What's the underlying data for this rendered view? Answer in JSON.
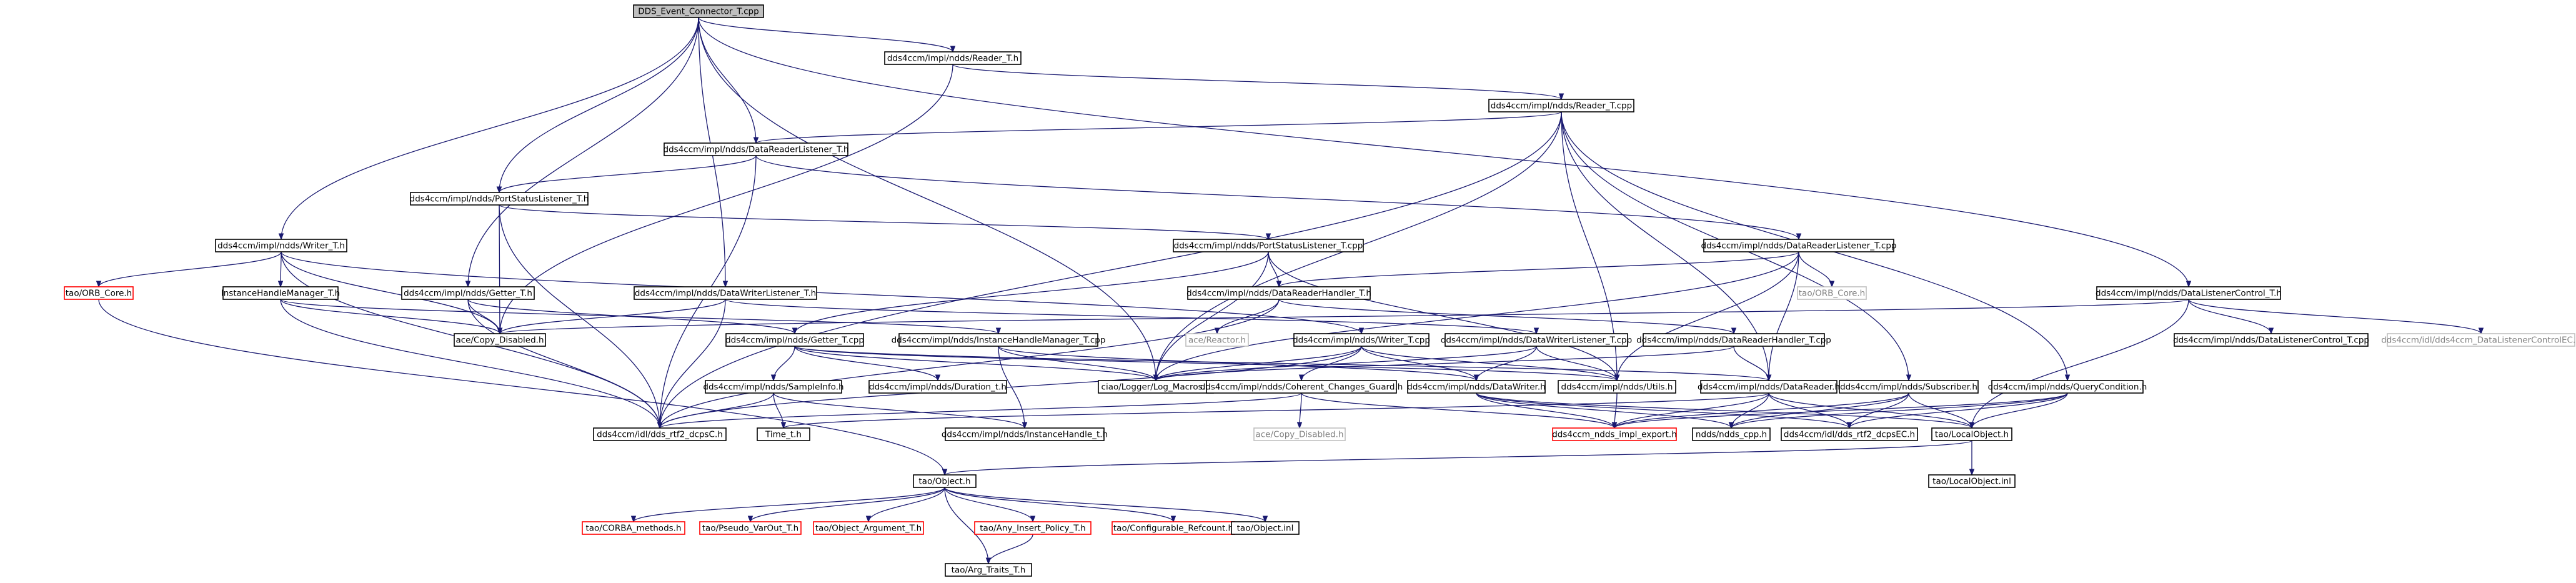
{
  "diagram": {
    "colors": {
      "edge": "#191970",
      "node_border": "#000000",
      "missing_border": "#ff0000",
      "ghost_border": "#bfbfbf",
      "ghost_text": "#808080",
      "root_fill": "#bfbfbf",
      "node_fill": "#ffffff",
      "text": "#000000"
    },
    "nodes": [
      {
        "id": "root",
        "label": "DDS_Event_Connector_T.cpp",
        "style": "root"
      },
      {
        "id": "reader_h",
        "label": "dds4ccm/impl/ndds/Reader_T.h",
        "style": "normal"
      },
      {
        "id": "reader_cpp",
        "label": "dds4ccm/impl/ndds/Reader_T.cpp",
        "style": "normal"
      },
      {
        "id": "drl_h",
        "label": "dds4ccm/impl/ndds/DataReaderListener_T.h",
        "style": "normal"
      },
      {
        "id": "psl_h",
        "label": "dds4ccm/impl/ndds/PortStatusListener_T.h",
        "style": "normal"
      },
      {
        "id": "drl_cpp",
        "label": "dds4ccm/impl/ndds/DataReaderListener_T.cpp",
        "style": "normal"
      },
      {
        "id": "writer_h",
        "label": "dds4ccm/impl/ndds/Writer_T.h",
        "style": "normal"
      },
      {
        "id": "psl_cpp",
        "label": "dds4ccm/impl/ndds/PortStatusListener_T.cpp",
        "style": "normal"
      },
      {
        "id": "dlc_h",
        "label": "dds4ccm/impl/ndds/DataListenerControl_T.h",
        "style": "normal"
      },
      {
        "id": "orb_core_red",
        "label": "tao/ORB_Core.h",
        "style": "missing"
      },
      {
        "id": "ihm_h",
        "label": "InstanceHandleManager_T.h",
        "style": "normal"
      },
      {
        "id": "getter_h",
        "label": "dds4ccm/impl/ndds/Getter_T.h",
        "style": "normal"
      },
      {
        "id": "dwl_h",
        "label": "dds4ccm/impl/ndds/DataWriterListener_T.h",
        "style": "normal"
      },
      {
        "id": "drh_h",
        "label": "dds4ccm/impl/ndds/DataReaderHandler_T.h",
        "style": "normal"
      },
      {
        "id": "orb_core_gray",
        "label": "tao/ORB_Core.h",
        "style": "ghost"
      },
      {
        "id": "copy_disabled_h",
        "label": "ace/Copy_Disabled.h",
        "style": "normal"
      },
      {
        "id": "getter_cpp",
        "label": "dds4ccm/impl/ndds/Getter_T.cpp",
        "style": "normal"
      },
      {
        "id": "ihm_cpp",
        "label": "dds4ccm/impl/ndds/InstanceHandleManager_T.cpp",
        "style": "normal"
      },
      {
        "id": "reactor_h",
        "label": "ace/Reactor.h",
        "style": "ghost"
      },
      {
        "id": "writer_cpp",
        "label": "dds4ccm/impl/ndds/Writer_T.cpp",
        "style": "normal"
      },
      {
        "id": "dwl_cpp",
        "label": "dds4ccm/impl/ndds/DataWriterListener_T.cpp",
        "style": "normal"
      },
      {
        "id": "drh_cpp",
        "label": "dds4ccm/impl/ndds/DataReaderHandler_T.cpp",
        "style": "normal"
      },
      {
        "id": "dlc_cpp",
        "label": "dds4ccm/impl/ndds/DataListenerControl_T.cpp",
        "style": "normal"
      },
      {
        "id": "dlc_ec_h",
        "label": "dds4ccm/idl/dds4ccm_DataListenerControlEC.h",
        "style": "ghost"
      },
      {
        "id": "log_macros",
        "label": "ciao/Logger/Log_Macros.h",
        "style": "normal"
      },
      {
        "id": "duration_h",
        "label": "dds4ccm/impl/ndds/Duration_t.h",
        "style": "normal"
      },
      {
        "id": "sampleinfo_h",
        "label": "dds4ccm/impl/ndds/SampleInfo.h",
        "style": "normal"
      },
      {
        "id": "coherent_h",
        "label": "dds4ccm/impl/ndds/Coherent_Changes_Guard.h",
        "style": "normal"
      },
      {
        "id": "datawriter_h",
        "label": "dds4ccm/impl/ndds/DataWriter.h",
        "style": "normal"
      },
      {
        "id": "utils_h",
        "label": "dds4ccm/impl/ndds/Utils.h",
        "style": "normal"
      },
      {
        "id": "datareader_h",
        "label": "dds4ccm/impl/ndds/DataReader.h",
        "style": "normal"
      },
      {
        "id": "subscriber_h",
        "label": "dds4ccm/impl/ndds/Subscriber.h",
        "style": "normal"
      },
      {
        "id": "querycond_h",
        "label": "dds4ccm/impl/ndds/QueryCondition.h",
        "style": "normal"
      },
      {
        "id": "rtf2_dcps_c",
        "label": "dds4ccm/idl/dds_rtf2_dcpsC.h",
        "style": "normal"
      },
      {
        "id": "time_t_h",
        "label": "Time_t.h",
        "style": "normal"
      },
      {
        "id": "instancehandle_h",
        "label": "dds4ccm/impl/ndds/InstanceHandle_t.h",
        "style": "normal"
      },
      {
        "id": "copy_disabled_gray",
        "label": "ace/Copy_Disabled.h",
        "style": "ghost"
      },
      {
        "id": "ndds_impl_export",
        "label": "dds4ccm_ndds_impl_export.h",
        "style": "missing"
      },
      {
        "id": "ndds_cpp_h",
        "label": "ndds/ndds_cpp.h",
        "style": "normal"
      },
      {
        "id": "rtf2_dcps_ec",
        "label": "dds4ccm/idl/dds_rtf2_dcpsEC.h",
        "style": "normal"
      },
      {
        "id": "localobject_h",
        "label": "tao/LocalObject.h",
        "style": "normal"
      },
      {
        "id": "localobject_inl",
        "label": "tao/LocalObject.inl",
        "style": "normal"
      },
      {
        "id": "object_h",
        "label": "tao/Object.h",
        "style": "normal"
      },
      {
        "id": "corba_methods",
        "label": "tao/CORBA_methods.h",
        "style": "missing"
      },
      {
        "id": "pseudo_varout",
        "label": "tao/Pseudo_VarOut_T.h",
        "style": "missing"
      },
      {
        "id": "object_arg",
        "label": "tao/Object_Argument_T.h",
        "style": "missing"
      },
      {
        "id": "any_insert",
        "label": "tao/Any_Insert_Policy_T.h",
        "style": "missing"
      },
      {
        "id": "configurable_ref",
        "label": "tao/Configurable_Refcount.h",
        "style": "missing"
      },
      {
        "id": "object_inl",
        "label": "tao/Object.inl",
        "style": "normal"
      },
      {
        "id": "arg_traits",
        "label": "tao/Arg_Traits_T.h",
        "style": "normal"
      }
    ],
    "edges": [
      [
        "root",
        "reader_h"
      ],
      [
        "root",
        "drl_h"
      ],
      [
        "root",
        "psl_h"
      ],
      [
        "root",
        "writer_h"
      ],
      [
        "root",
        "getter_h"
      ],
      [
        "root",
        "dwl_h"
      ],
      [
        "root",
        "dlc_h"
      ],
      [
        "root",
        "log_macros"
      ],
      [
        "reader_h",
        "reader_cpp"
      ],
      [
        "reader_h",
        "copy_disabled_h"
      ],
      [
        "reader_cpp",
        "drl_h"
      ],
      [
        "reader_cpp",
        "log_macros"
      ],
      [
        "reader_cpp",
        "rtf2_dcps_c"
      ],
      [
        "reader_cpp",
        "utils_h"
      ],
      [
        "reader_cpp",
        "datareader_h"
      ],
      [
        "reader_cpp",
        "subscriber_h"
      ],
      [
        "reader_cpp",
        "querycond_h"
      ],
      [
        "drl_h",
        "psl_h"
      ],
      [
        "drl_h",
        "drl_cpp"
      ],
      [
        "drl_h",
        "rtf2_dcps_c"
      ],
      [
        "psl_h",
        "psl_cpp"
      ],
      [
        "psl_h",
        "copy_disabled_h"
      ],
      [
        "psl_h",
        "rtf2_dcps_c"
      ],
      [
        "drl_cpp",
        "drh_h"
      ],
      [
        "drl_cpp",
        "orb_core_gray"
      ],
      [
        "drl_cpp",
        "log_macros"
      ],
      [
        "drl_cpp",
        "utils_h"
      ],
      [
        "drl_cpp",
        "datareader_h"
      ],
      [
        "writer_h",
        "orb_core_red"
      ],
      [
        "writer_h",
        "ihm_h"
      ],
      [
        "writer_h",
        "writer_cpp"
      ],
      [
        "writer_h",
        "rtf2_dcps_c"
      ],
      [
        "writer_h",
        "copy_disabled_h"
      ],
      [
        "psl_cpp",
        "drh_h"
      ],
      [
        "psl_cpp",
        "log_macros"
      ],
      [
        "psl_cpp",
        "utils_h"
      ],
      [
        "psl_cpp",
        "getter_cpp"
      ],
      [
        "dlc_h",
        "dlc_cpp"
      ],
      [
        "dlc_h",
        "dlc_ec_h"
      ],
      [
        "dlc_h",
        "localobject_h"
      ],
      [
        "dlc_h",
        "copy_disabled_h"
      ],
      [
        "orb_core_red",
        "object_h"
      ],
      [
        "ihm_h",
        "ihm_cpp"
      ],
      [
        "ihm_h",
        "copy_disabled_h"
      ],
      [
        "ihm_h",
        "rtf2_dcps_c"
      ],
      [
        "getter_h",
        "getter_cpp"
      ],
      [
        "getter_h",
        "copy_disabled_h"
      ],
      [
        "getter_h",
        "rtf2_dcps_c"
      ],
      [
        "dwl_h",
        "dwl_cpp"
      ],
      [
        "dwl_h",
        "copy_disabled_h"
      ],
      [
        "dwl_h",
        "rtf2_dcps_c"
      ],
      [
        "drh_h",
        "reactor_h"
      ],
      [
        "drh_h",
        "drh_cpp"
      ],
      [
        "drh_h",
        "rtf2_dcps_c"
      ],
      [
        "getter_cpp",
        "log_macros"
      ],
      [
        "getter_cpp",
        "duration_h"
      ],
      [
        "getter_cpp",
        "sampleinfo_h"
      ],
      [
        "getter_cpp",
        "utils_h"
      ],
      [
        "getter_cpp",
        "datareader_h"
      ],
      [
        "ihm_cpp",
        "log_macros"
      ],
      [
        "ihm_cpp",
        "instancehandle_h"
      ],
      [
        "ihm_cpp",
        "datawriter_h"
      ],
      [
        "writer_cpp",
        "log_macros"
      ],
      [
        "writer_cpp",
        "coherent_h"
      ],
      [
        "writer_cpp",
        "datawriter_h"
      ],
      [
        "writer_cpp",
        "utils_h"
      ],
      [
        "writer_cpp",
        "rtf2_dcps_c"
      ],
      [
        "dwl_cpp",
        "log_macros"
      ],
      [
        "dwl_cpp",
        "utils_h"
      ],
      [
        "dwl_cpp",
        "datawriter_h"
      ],
      [
        "drh_cpp",
        "log_macros"
      ],
      [
        "drh_cpp",
        "datareader_h"
      ],
      [
        "sampleinfo_h",
        "time_t_h"
      ],
      [
        "sampleinfo_h",
        "rtf2_dcps_c"
      ],
      [
        "sampleinfo_h",
        "instancehandle_h"
      ],
      [
        "coherent_h",
        "copy_disabled_gray"
      ],
      [
        "coherent_h",
        "ndds_impl_export"
      ],
      [
        "coherent_h",
        "rtf2_dcps_c"
      ],
      [
        "datawriter_h",
        "ndds_impl_export"
      ],
      [
        "datawriter_h",
        "ndds_cpp_h"
      ],
      [
        "datawriter_h",
        "rtf2_dcps_ec"
      ],
      [
        "datawriter_h",
        "localobject_h"
      ],
      [
        "utils_h",
        "ndds_impl_export"
      ],
      [
        "datareader_h",
        "ndds_impl_export"
      ],
      [
        "datareader_h",
        "ndds_cpp_h"
      ],
      [
        "datareader_h",
        "rtf2_dcps_ec"
      ],
      [
        "datareader_h",
        "localobject_h"
      ],
      [
        "datareader_h",
        "time_t_h"
      ],
      [
        "subscriber_h",
        "ndds_impl_export"
      ],
      [
        "subscriber_h",
        "ndds_cpp_h"
      ],
      [
        "subscriber_h",
        "rtf2_dcps_ec"
      ],
      [
        "subscriber_h",
        "localobject_h"
      ],
      [
        "querycond_h",
        "ndds_impl_export"
      ],
      [
        "querycond_h",
        "ndds_cpp_h"
      ],
      [
        "querycond_h",
        "rtf2_dcps_ec"
      ],
      [
        "querycond_h",
        "localobject_h"
      ],
      [
        "localobject_h",
        "localobject_inl"
      ],
      [
        "localobject_h",
        "object_h"
      ],
      [
        "object_h",
        "corba_methods"
      ],
      [
        "object_h",
        "pseudo_varout"
      ],
      [
        "object_h",
        "object_arg"
      ],
      [
        "object_h",
        "any_insert"
      ],
      [
        "object_h",
        "configurable_ref"
      ],
      [
        "object_h",
        "object_inl"
      ],
      [
        "object_h",
        "arg_traits"
      ],
      [
        "any_insert",
        "arg_traits"
      ]
    ]
  }
}
